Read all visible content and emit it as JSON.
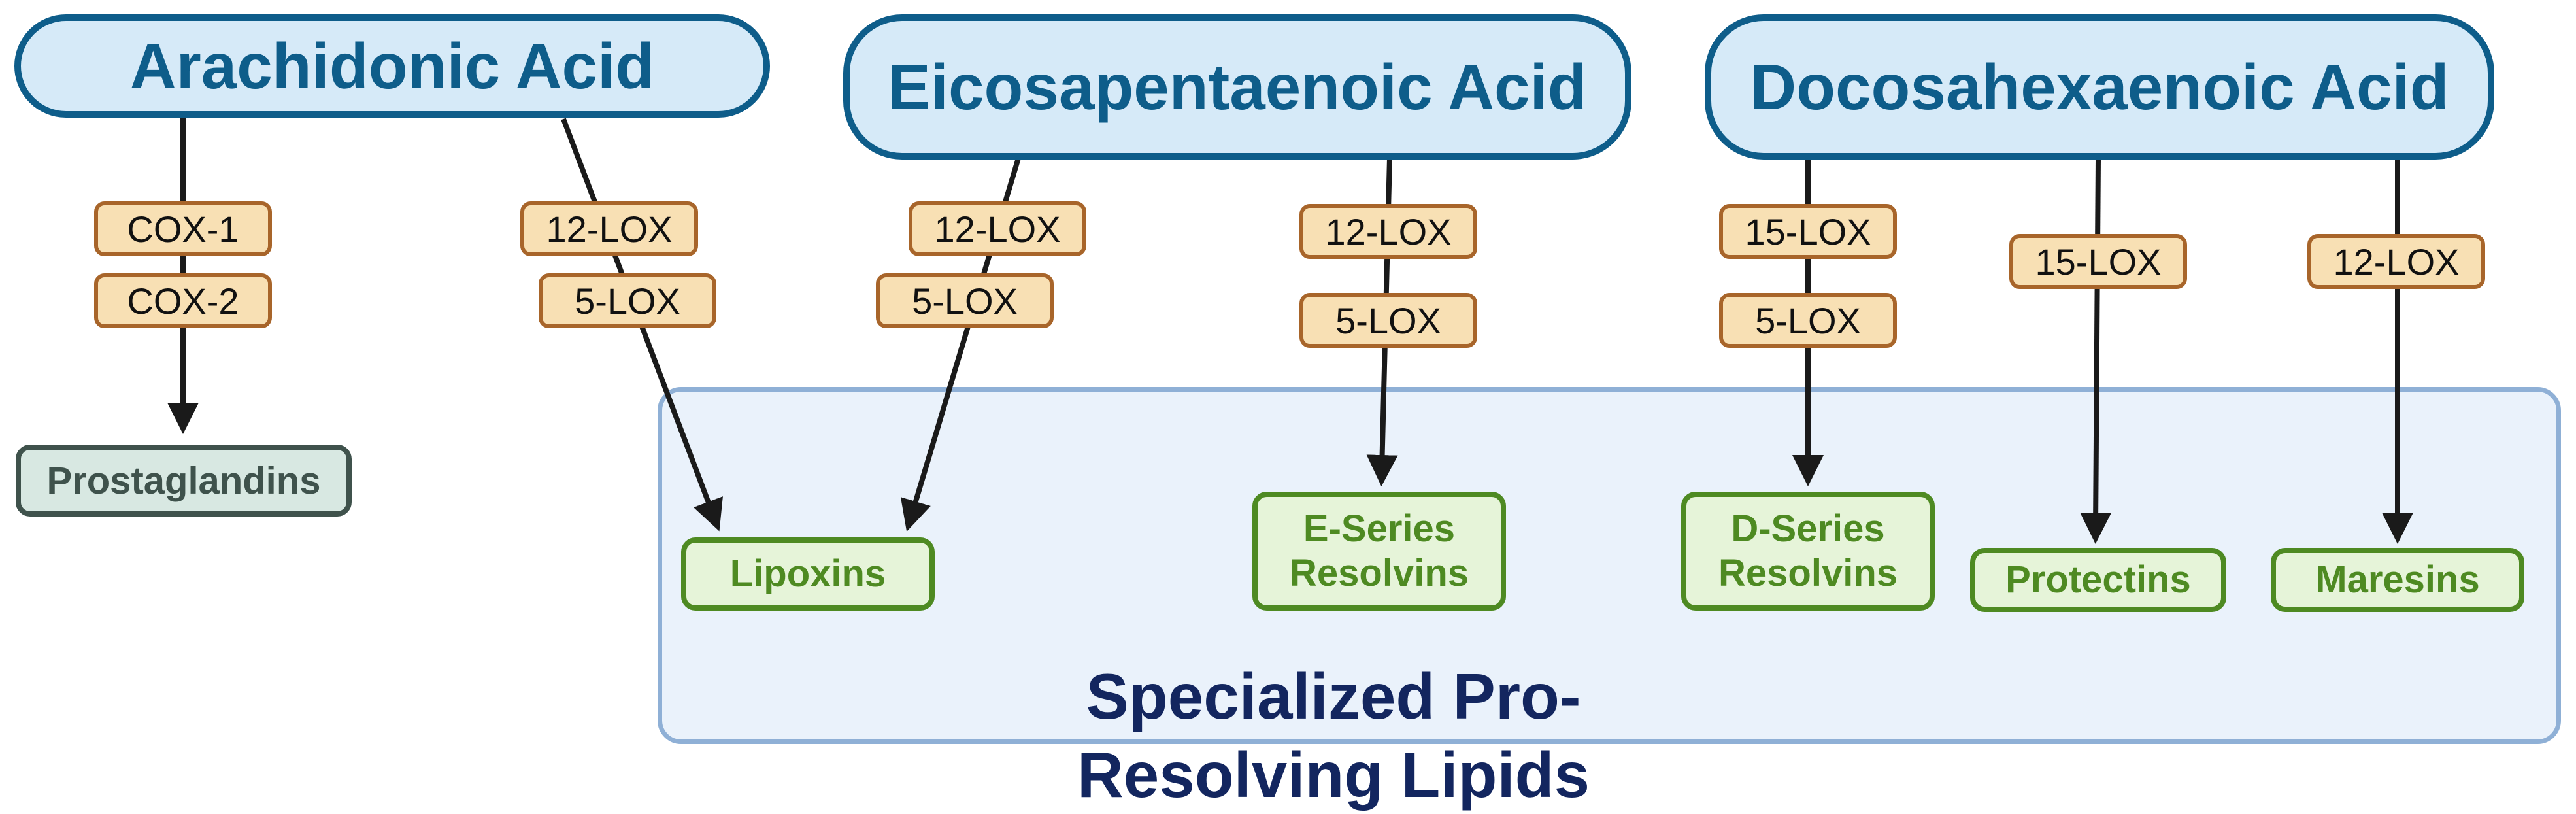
{
  "acids": {
    "arachidonic": "Arachidonic Acid",
    "epa": "Eicosapentaenoic Acid",
    "dha": "Docosahexaenoic Acid"
  },
  "enzymes": {
    "aa_cox1": "COX-1",
    "aa_cox2": "COX-2",
    "aa_12lox": "12-LOX",
    "aa_5lox": "5-LOX",
    "epa_lipox_12lox": "12-LOX",
    "epa_lipox_5lox": "5-LOX",
    "epa_resolvin_12lox": "12-LOX",
    "epa_resolvin_5lox": "5-LOX",
    "dha_dresolvin_15lox": "15-LOX",
    "dha_dresolvin_5lox": "5-LOX",
    "dha_protectin_15lox": "15-LOX",
    "dha_maresin_12lox": "12-LOX"
  },
  "products": {
    "prostaglandins": "Prostaglandins",
    "lipoxins": "Lipoxins",
    "e_series_resolvins": "E-Series\nResolvins",
    "d_series_resolvins": "D-Series\nResolvins",
    "protectins": "Protectins",
    "maresins": "Maresins"
  },
  "region": {
    "title": "Specialized Pro-Resolving Lipids"
  },
  "colors": {
    "acid_border": "#0e5d8a",
    "acid_fill": "#d6eaf8",
    "enzyme_border": "#a8652a",
    "enzyme_fill": "#f8e0b4",
    "product_border": "#4e8a22",
    "product_fill": "#e6f4d9",
    "region_border": "#8fb0d6",
    "region_fill": "#eaf2fb",
    "title_color": "#13265f",
    "arrow": "#1a1a1a"
  }
}
